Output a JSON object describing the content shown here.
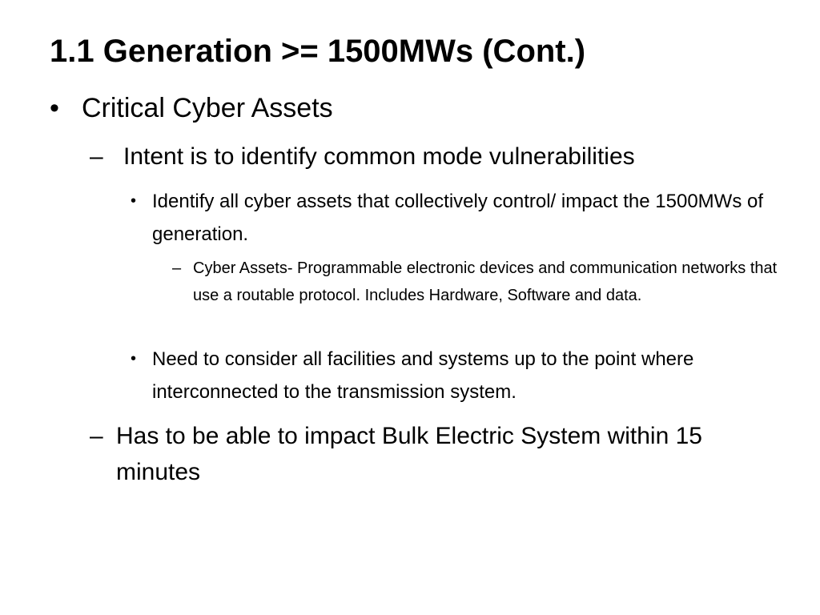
{
  "slide": {
    "title": "1.1 Generation >= 1500MWs (Cont.)",
    "bullets": [
      {
        "marker": "•",
        "text": "Critical Cyber Assets"
      },
      {
        "marker": "–",
        "text": "Intent is to identify common mode vulnerabilities"
      },
      {
        "marker": "•",
        "text": "Identify all cyber assets that collectively control/ impact the 1500MWs of generation."
      },
      {
        "marker": "–",
        "text": "Cyber Assets- Programmable electronic devices and communication networks that use a routable protocol. Includes Hardware, Software and data."
      },
      {
        "marker": "•",
        "text": "Need to consider all facilities and systems up to the point where interconnected to the transmission system."
      },
      {
        "marker": "–",
        "text": "Has to be able to impact Bulk Electric System within 15 minutes"
      }
    ]
  }
}
